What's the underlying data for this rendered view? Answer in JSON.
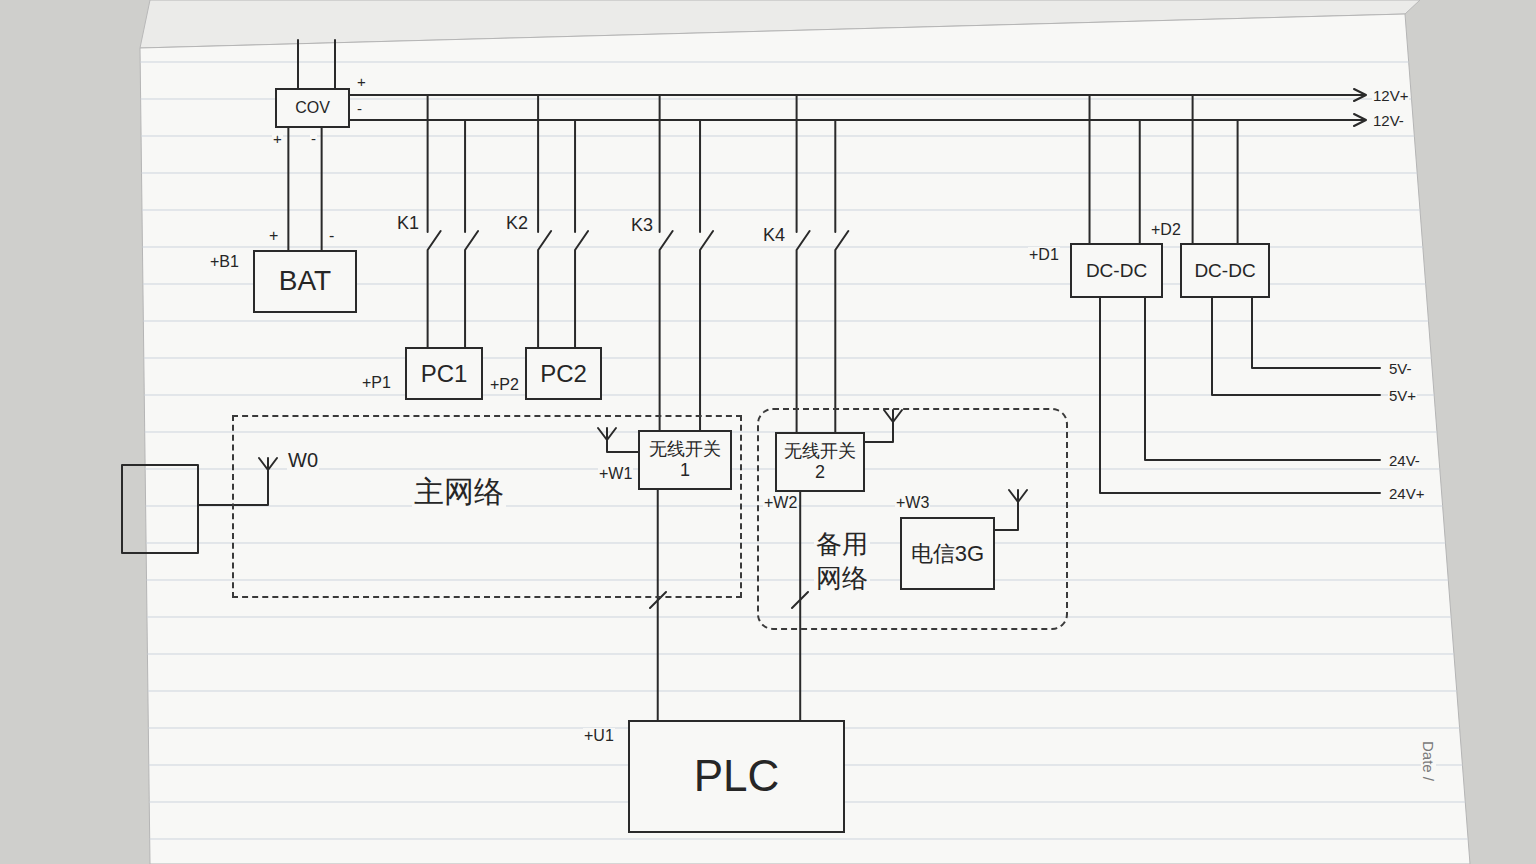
{
  "diagram": {
    "nodes": [
      {
        "text": [
          "COV"
        ]
      },
      {
        "text": [
          "+B1",
          "BAT"
        ]
      },
      {
        "text": [
          "+P1",
          "PC1"
        ]
      },
      {
        "text": [
          "+P2",
          "PC2"
        ]
      },
      {
        "text": [
          "+D1",
          "DC-DC"
        ]
      },
      {
        "text": [
          "+D2",
          "DC-DC"
        ]
      },
      {
        "text": [
          "主网络"
        ]
      },
      {
        "text": [
          "+W1",
          "无线开关 1"
        ],
        "in": 6
      },
      {
        "text": [
          "备用网络"
        ]
      },
      {
        "text": [
          "+W2",
          "无线开关 2"
        ],
        "in": 8
      },
      {
        "text": [
          "+W3",
          "电信3G"
        ],
        "in": 8
      },
      {
        "text": [
          "+U1",
          "PLC"
        ]
      }
    ],
    "edges": [
      {
        "from": 1,
        "to": 0,
        "arrow": "none"
      },
      {
        "from": 0,
        "to": 2,
        "arrow": "none"
      },
      {
        "from": 0,
        "to": 3,
        "arrow": "none"
      },
      {
        "from": 0,
        "to": 7,
        "arrow": "none"
      },
      {
        "from": 0,
        "to": 9,
        "arrow": "none"
      },
      {
        "from": 0,
        "to": 4,
        "arrow": "none"
      },
      {
        "from": 0,
        "to": 5,
        "arrow": "none"
      },
      {
        "from": 7,
        "to": 11,
        "arrow": "none"
      },
      {
        "from": 9,
        "to": 11,
        "arrow": "none"
      }
    ],
    "labels": [
      "+",
      "-",
      "+",
      "-",
      "+",
      "-",
      "K1",
      "K2",
      "K3",
      "K4",
      "12V+",
      "12V-",
      "5V-",
      "5V+",
      "24V-",
      "24V+",
      "W0",
      "Date /"
    ]
  }
}
